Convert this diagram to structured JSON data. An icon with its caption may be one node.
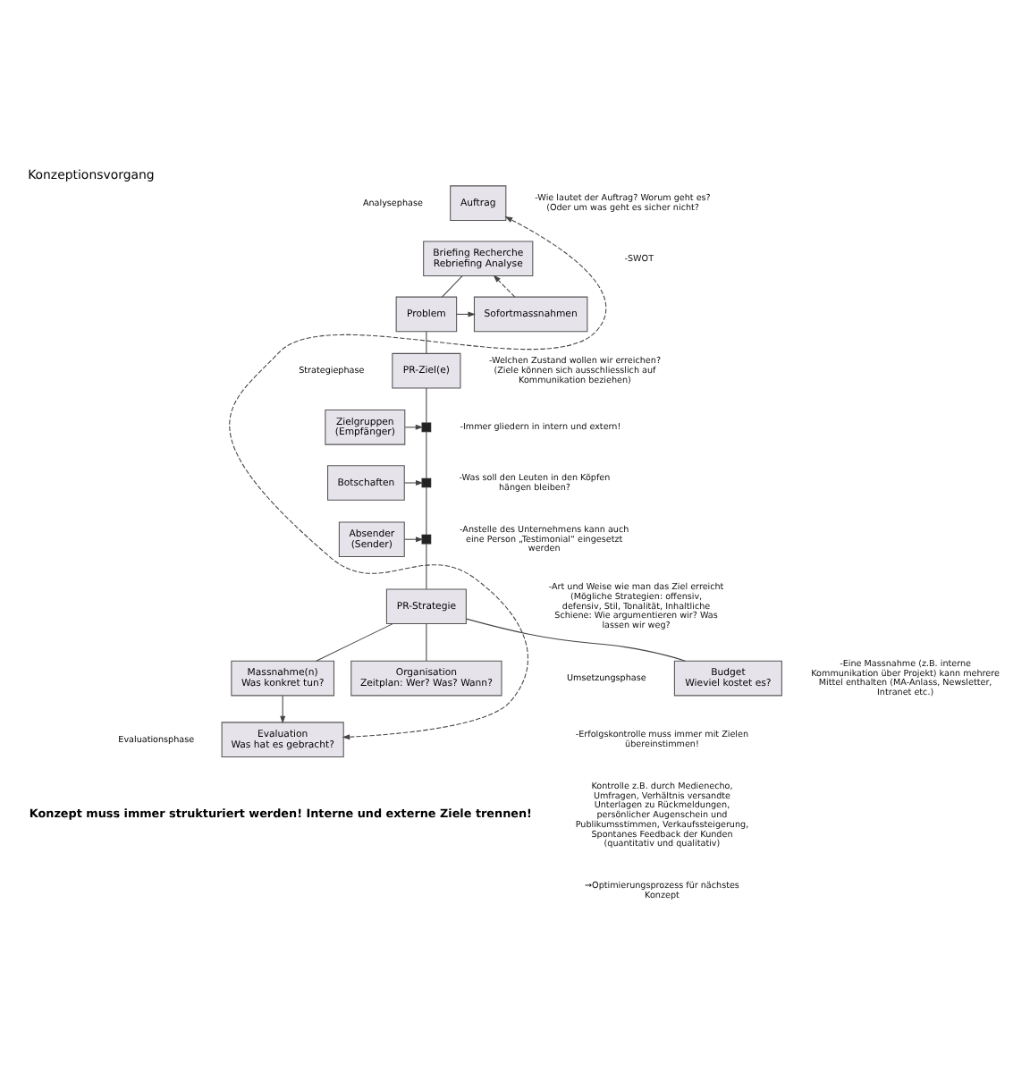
{
  "diagram": {
    "title": "Konzeptionsvorgang",
    "caption": "Konzept muss immer strukturiert werden! Interne und externe Ziele trennen!",
    "nodes": [
      {
        "text": [
          "Auftrag"
        ]
      },
      {
        "text": [
          "Briefing Recherche Rebriefing Analyse"
        ]
      },
      {
        "text": [
          "Problem"
        ]
      },
      {
        "text": [
          "Sofortmassnahmen"
        ]
      },
      {
        "text": [
          "PR-Ziel(e)"
        ]
      },
      {
        "text": [],
        "shape": "box"
      },
      {
        "text": [
          "Zielgruppen",
          "(Empfänger)"
        ]
      },
      {
        "text": [],
        "shape": "box"
      },
      {
        "text": [
          "Botschaften"
        ]
      },
      {
        "text": [],
        "shape": "box"
      },
      {
        "text": [
          "Absender",
          "(Sender)"
        ]
      },
      {
        "text": [
          "PR-Strategie"
        ]
      },
      {
        "text": [
          "Budget",
          "Wieviel kostet es?"
        ]
      },
      {
        "text": [
          "Massnahme(n)",
          "Was konkret tun?"
        ]
      },
      {
        "text": [
          "Organisation",
          "Zeitplan: Wer? Was? Wann?"
        ]
      },
      {
        "text": [
          "Evaluation",
          "Was hat es gebracht?"
        ]
      }
    ],
    "edges": [
      {
        "from": 15,
        "to": 0,
        "arrow": "both",
        "style": "dashed"
      },
      {
        "from": 1,
        "to": 2,
        "arrow": "none"
      },
      {
        "from": 2,
        "to": 3,
        "arrow": "to"
      },
      {
        "from": 3,
        "to": 1,
        "arrow": "to",
        "style": "dashed"
      },
      {
        "from": 2,
        "to": 4,
        "arrow": "none"
      },
      {
        "from": 4,
        "to": 5,
        "arrow": "none"
      },
      {
        "from": 6,
        "to": 5,
        "arrow": "to"
      },
      {
        "from": 5,
        "to": 7,
        "arrow": "none"
      },
      {
        "from": 8,
        "to": 7,
        "arrow": "to"
      },
      {
        "from": 7,
        "to": 9,
        "arrow": "none"
      },
      {
        "from": 10,
        "to": 9,
        "arrow": "to"
      },
      {
        "from": 9,
        "to": 11,
        "arrow": "none"
      },
      {
        "from": 11,
        "to": 12,
        "arrow": "none"
      },
      {
        "from": 11,
        "to": 13,
        "arrow": "none"
      },
      {
        "from": 11,
        "to": 14,
        "arrow": "none"
      },
      {
        "from": 13,
        "to": 15,
        "arrow": "to"
      }
    ],
    "labels": [
      "Analysephase",
      "-Wie lautet der Auftrag? Worum geht es? (Oder um was geht es sicher nicht?",
      "-SWOT",
      "Strategiephase",
      "-Welchen Zustand wollen wir erreichen? (Ziele können sich ausschliesslich auf Kommunikation beziehen)",
      "-Immer gliedern in intern und extern!",
      "-Was soll den Leuten in den Köpfen hängen bleiben?",
      "-Anstelle des Unternehmens kann auch eine Person „Testimonial“ eingesetzt werden",
      "-Art und Weise wie man das Ziel erreicht (Mögliche Strategien: offensiv, defensiv, Stil, Tonalität, Inhaltliche Schiene: Wie argumentieren wir? Was lassen wir weg?",
      "Umsetzungsphase",
      "-Eine Massnahme (z.B. interne Kommunikation über Projekt) kann mehrere Mittel enthalten (MA-Anlass, Newsletter, Intranet etc.)",
      "Evaluationsphase",
      "-Erfolgskontrolle muss immer mit Zielen übereinstimmen!",
      "Kontrolle z.B. durch Medienecho, Umfragen, Verhältnis versandte Unterlagen zu Rückmeldungen, persönlicher Augenschein und Publikumsstimmen, Verkaufssteigerung, Spontanes Feedback der Kunden (quantitativ und qualitativ)",
      "→Optimierungsprozess für nächstes Konzept"
    ]
  }
}
